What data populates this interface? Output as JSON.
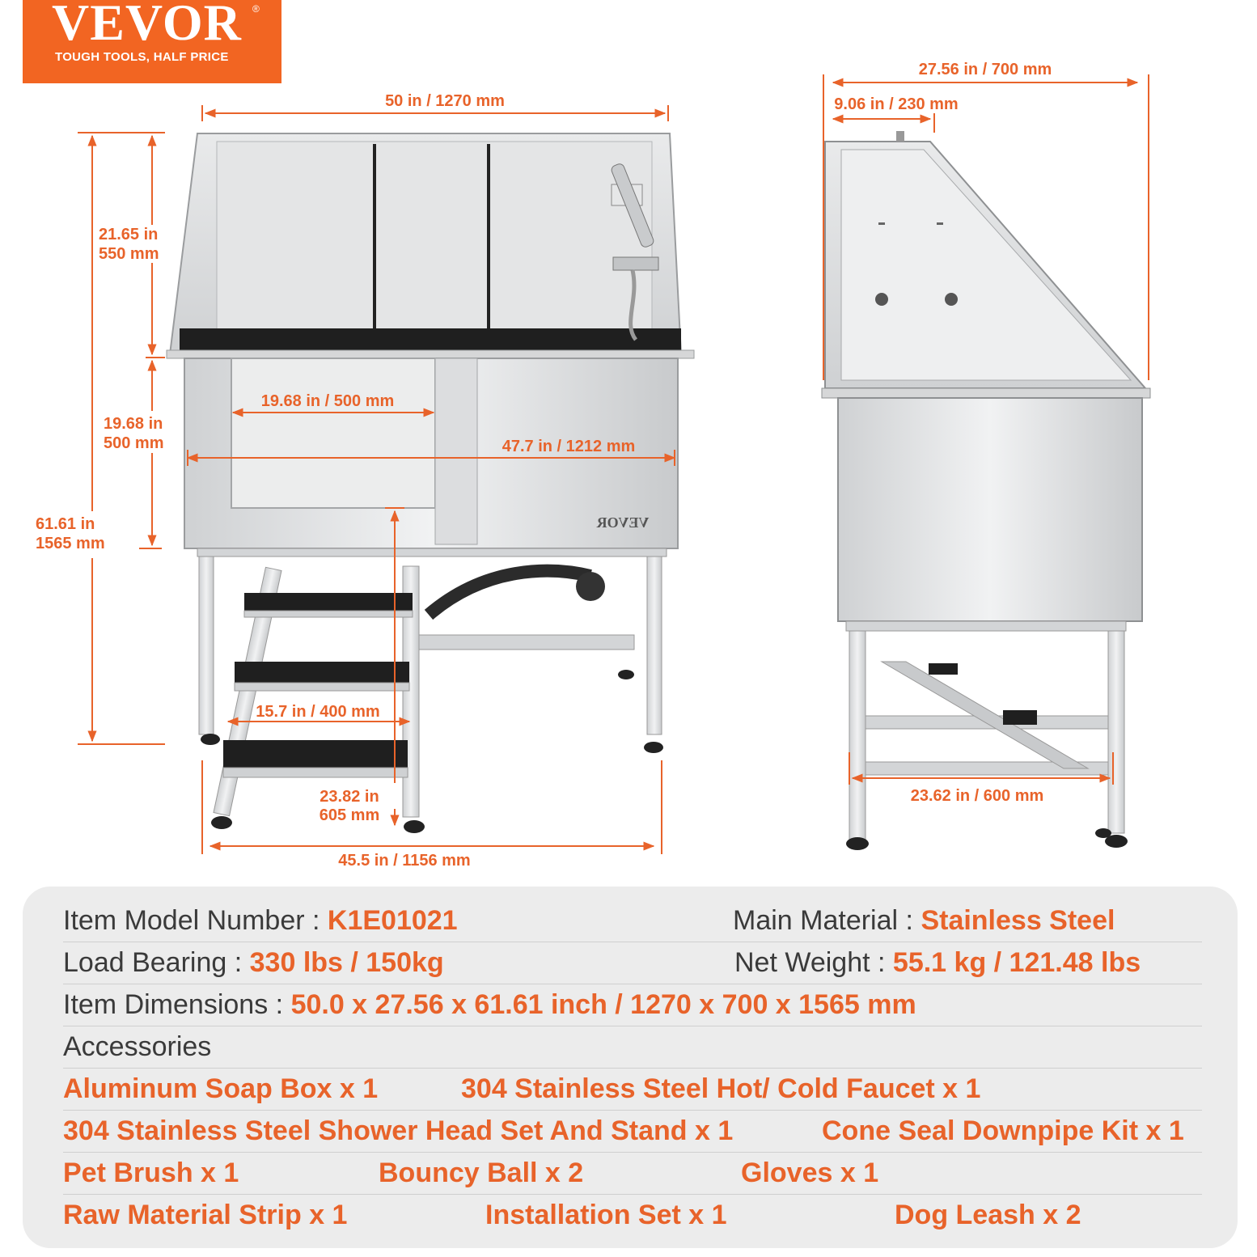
{
  "brand": {
    "name": "VEVOR",
    "registered": "®",
    "tagline": "TOUGH TOOLS, HALF PRICE",
    "color": "#f26522"
  },
  "accent_color": "#e8632a",
  "dimensions": {
    "width_top": "50 in / 1270 mm",
    "width_inner": "47.7 in / 1212 mm",
    "door_width": "19.68 in / 500 mm",
    "step_width": "15.7 in / 400 mm",
    "base_width": "45.5 in / 1156 mm",
    "upper_height_in": "21.65 in",
    "upper_height_mm": "550 mm",
    "tub_height_in": "19.68 in",
    "tub_height_mm": "500 mm",
    "total_height_in": "61.61 in",
    "total_height_mm": "1565 mm",
    "step_height_in": "23.82 in",
    "step_height_mm": "605 mm",
    "depth": "27.56 in / 700 mm",
    "back_depth": "9.06 in / 230 mm",
    "stand_depth": "23.62 in / 600 mm"
  },
  "specs": {
    "model_label": "Item Model Number",
    "model_value": "K1E01021",
    "material_label": "Main Material",
    "material_value": "Stainless Steel",
    "load_label": "Load Bearing",
    "load_value": "330 lbs / 150kg",
    "weight_label": "Net Weight",
    "weight_value": "55.1 kg / 121.48 lbs",
    "dims_label": "Item Dimensions",
    "dims_value": "50.0 x 27.56 x 61.61 inch / 1270 x 700 x 1565 mm",
    "separator": ":",
    "accessories_label": "Accessories"
  },
  "accessories": [
    "Aluminum Soap Box x 1",
    "304 Stainless Steel Hot/ Cold Faucet x 1",
    "304 Stainless Steel Shower Head Set And Stand  x 1",
    "Cone Seal Downpipe Kit x 1",
    "Pet Brush x 1",
    "Bouncy Ball x 2",
    "Gloves x 1",
    "Raw Material Strip x 1",
    "Installation Set x 1",
    "Dog Leash x 2"
  ]
}
